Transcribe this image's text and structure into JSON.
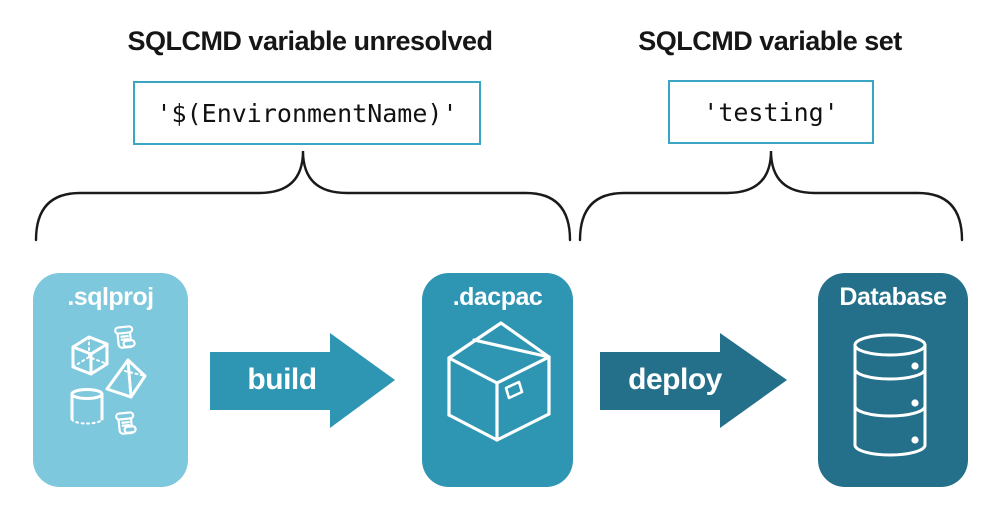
{
  "headings": {
    "left": "SQLCMD variable unresolved",
    "right": "SQLCMD variable set"
  },
  "code_boxes": {
    "left": "'$(EnvironmentName)'",
    "right": "'testing'"
  },
  "nodes": [
    {
      "label": ".sqlproj",
      "icon": "sql-objects-icon",
      "color": "#7DC8DC"
    },
    {
      "label": ".dacpac",
      "icon": "package-box-icon",
      "color": "#2E96B2"
    },
    {
      "label": "Database",
      "icon": "database-cylinder-icon",
      "color": "#24708A"
    }
  ],
  "arrows": [
    {
      "label": "build",
      "color": "#2E96B2"
    },
    {
      "label": "deploy",
      "color": "#24708A"
    }
  ],
  "colors": {
    "code_box_border": "#3BA6C4",
    "brace_stroke": "#1A1A1A",
    "heading_text": "#161616",
    "code_text": "#111111",
    "node_label_text": "#FFFFFF"
  }
}
